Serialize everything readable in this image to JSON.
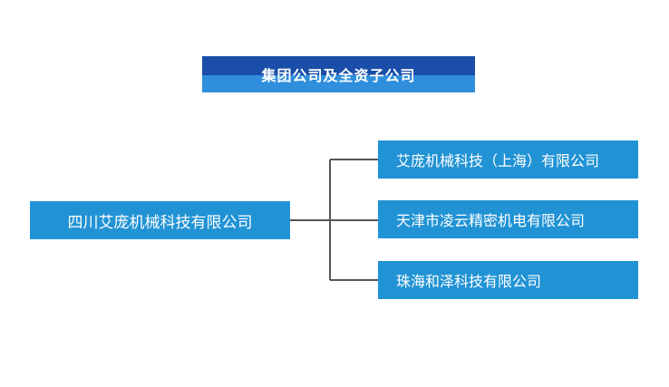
{
  "header": {
    "title": "集团公司及全资子公司"
  },
  "org_chart": {
    "parent": {
      "name": "四川艾庞机械科技有限公司"
    },
    "children": [
      {
        "name": "艾庞机械科技（上海）有限公司"
      },
      {
        "name": "天津市凌云精密机电有限公司"
      },
      {
        "name": "珠海和泽科技有限公司"
      }
    ]
  },
  "colors": {
    "banner_top": "#1b4ea8",
    "banner_bottom": "#2f8fdc",
    "node_fill": "#2193d5",
    "connector": "#555555"
  }
}
